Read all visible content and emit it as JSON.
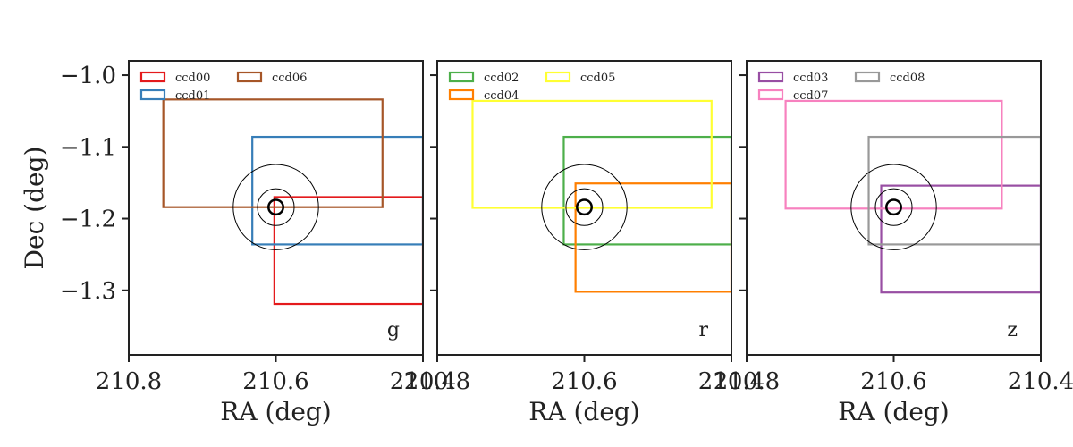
{
  "chart_data": [
    {
      "type": "scatter",
      "band": "g",
      "xlabel": "RA (deg)",
      "ylabel": "Dec (deg)",
      "xlim": [
        210.8,
        210.4
      ],
      "ylim": [
        -1.39,
        -0.98
      ],
      "xticks": [
        210.8,
        210.6,
        210.4
      ],
      "xtick_labels": [
        "210.8",
        "210.6",
        "210.4"
      ],
      "yticks": [
        -1.0,
        -1.1,
        -1.2,
        -1.3
      ],
      "ytick_labels": [
        "−1.0",
        "−1.1",
        "−1.2",
        "−1.3"
      ],
      "legend_placement": "upper-left",
      "center": {
        "ra": 210.6,
        "dec": -1.184
      },
      "circle_radii_deg": [
        0.01,
        0.025,
        0.058
      ],
      "ccds": [
        {
          "name": "ccd00",
          "color": "#e41a1c",
          "ra_min": 210.4,
          "ra_max": 210.602,
          "dec_min": -1.319,
          "dec_max": -1.17
        },
        {
          "name": "ccd01",
          "color": "#377eb8",
          "ra_min": 210.4,
          "ra_max": 210.632,
          "dec_min": -1.236,
          "dec_max": -1.086
        },
        {
          "name": "ccd06",
          "color": "#a65628",
          "ra_min": 210.455,
          "ra_max": 210.753,
          "dec_min": -1.184,
          "dec_max": -1.034
        }
      ]
    },
    {
      "type": "scatter",
      "band": "r",
      "xlabel": "RA (deg)",
      "ylabel": "",
      "xlim": [
        210.8,
        210.4
      ],
      "ylim": [
        -1.39,
        -0.98
      ],
      "xticks": [
        210.8,
        210.6,
        210.4
      ],
      "xtick_labels": [
        "210.8",
        "210.6",
        "210.4"
      ],
      "yticks": [
        -1.0,
        -1.1,
        -1.2,
        -1.3
      ],
      "ytick_labels": [],
      "legend_placement": "upper-left",
      "center": {
        "ra": 210.6,
        "dec": -1.184
      },
      "circle_radii_deg": [
        0.01,
        0.025,
        0.058
      ],
      "ccds": [
        {
          "name": "ccd02",
          "color": "#4daf4a",
          "ra_min": 210.4,
          "ra_max": 210.628,
          "dec_min": -1.236,
          "dec_max": -1.086
        },
        {
          "name": "ccd04",
          "color": "#ff7f00",
          "ra_min": 210.4,
          "ra_max": 210.612,
          "dec_min": -1.302,
          "dec_max": -1.151
        },
        {
          "name": "ccd05",
          "color": "#ffff33",
          "ra_min": 210.427,
          "ra_max": 210.752,
          "dec_min": -1.185,
          "dec_max": -1.036
        }
      ]
    },
    {
      "type": "scatter",
      "band": "z",
      "xlabel": "RA (deg)",
      "ylabel": "",
      "xlim": [
        210.8,
        210.4
      ],
      "ylim": [
        -1.39,
        -0.98
      ],
      "xticks": [
        210.8,
        210.6,
        210.4
      ],
      "xtick_labels": [
        "210.8",
        "210.6",
        "210.4"
      ],
      "yticks": [
        -1.0,
        -1.1,
        -1.2,
        -1.3
      ],
      "ytick_labels": [],
      "legend_placement": "upper-left",
      "center": {
        "ra": 210.6,
        "dec": -1.184
      },
      "circle_radii_deg": [
        0.01,
        0.025,
        0.058
      ],
      "ccds": [
        {
          "name": "ccd03",
          "color": "#984ea3",
          "ra_min": 210.4,
          "ra_max": 210.617,
          "dec_min": -1.303,
          "dec_max": -1.154
        },
        {
          "name": "ccd07",
          "color": "#f781bf",
          "ra_min": 210.453,
          "ra_max": 210.747,
          "dec_min": -1.186,
          "dec_max": -1.036
        },
        {
          "name": "ccd08",
          "color": "#999999",
          "ra_min": 210.4,
          "ra_max": 210.634,
          "dec_min": -1.236,
          "dec_max": -1.086
        }
      ]
    }
  ]
}
